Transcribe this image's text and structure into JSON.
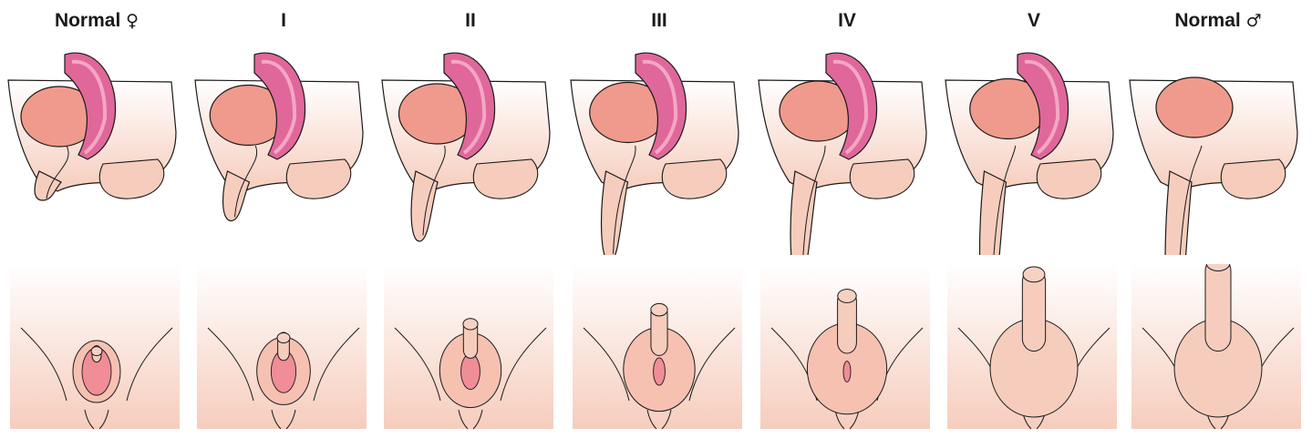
{
  "stages": [
    {
      "id": "normal-female",
      "label": "Normal ",
      "symbol": "♀",
      "phallus": 0.0,
      "labia_fusion": 0.0
    },
    {
      "id": "prader-1",
      "label": "I",
      "symbol": "",
      "phallus": 0.15,
      "labia_fusion": 0.15
    },
    {
      "id": "prader-2",
      "label": "II",
      "symbol": "",
      "phallus": 0.3,
      "labia_fusion": 0.35
    },
    {
      "id": "prader-3",
      "label": "III",
      "symbol": "",
      "phallus": 0.45,
      "labia_fusion": 0.6
    },
    {
      "id": "prader-4",
      "label": "IV",
      "symbol": "",
      "phallus": 0.6,
      "labia_fusion": 0.8
    },
    {
      "id": "prader-5",
      "label": "V",
      "symbol": "",
      "phallus": 0.85,
      "labia_fusion": 1.0
    },
    {
      "id": "normal-male",
      "label": "Normal ",
      "symbol": "♂",
      "phallus": 1.0,
      "labia_fusion": 1.0
    }
  ],
  "colors": {
    "skin_light": "#fbe5dc",
    "skin_mid": "#f6cdbd",
    "bladder": "#ef9a8c",
    "uterus": "#e0679a",
    "uterus_inner": "#f4a7c4",
    "mucosa": "#f08d96",
    "outline": "#1a1a1a"
  }
}
